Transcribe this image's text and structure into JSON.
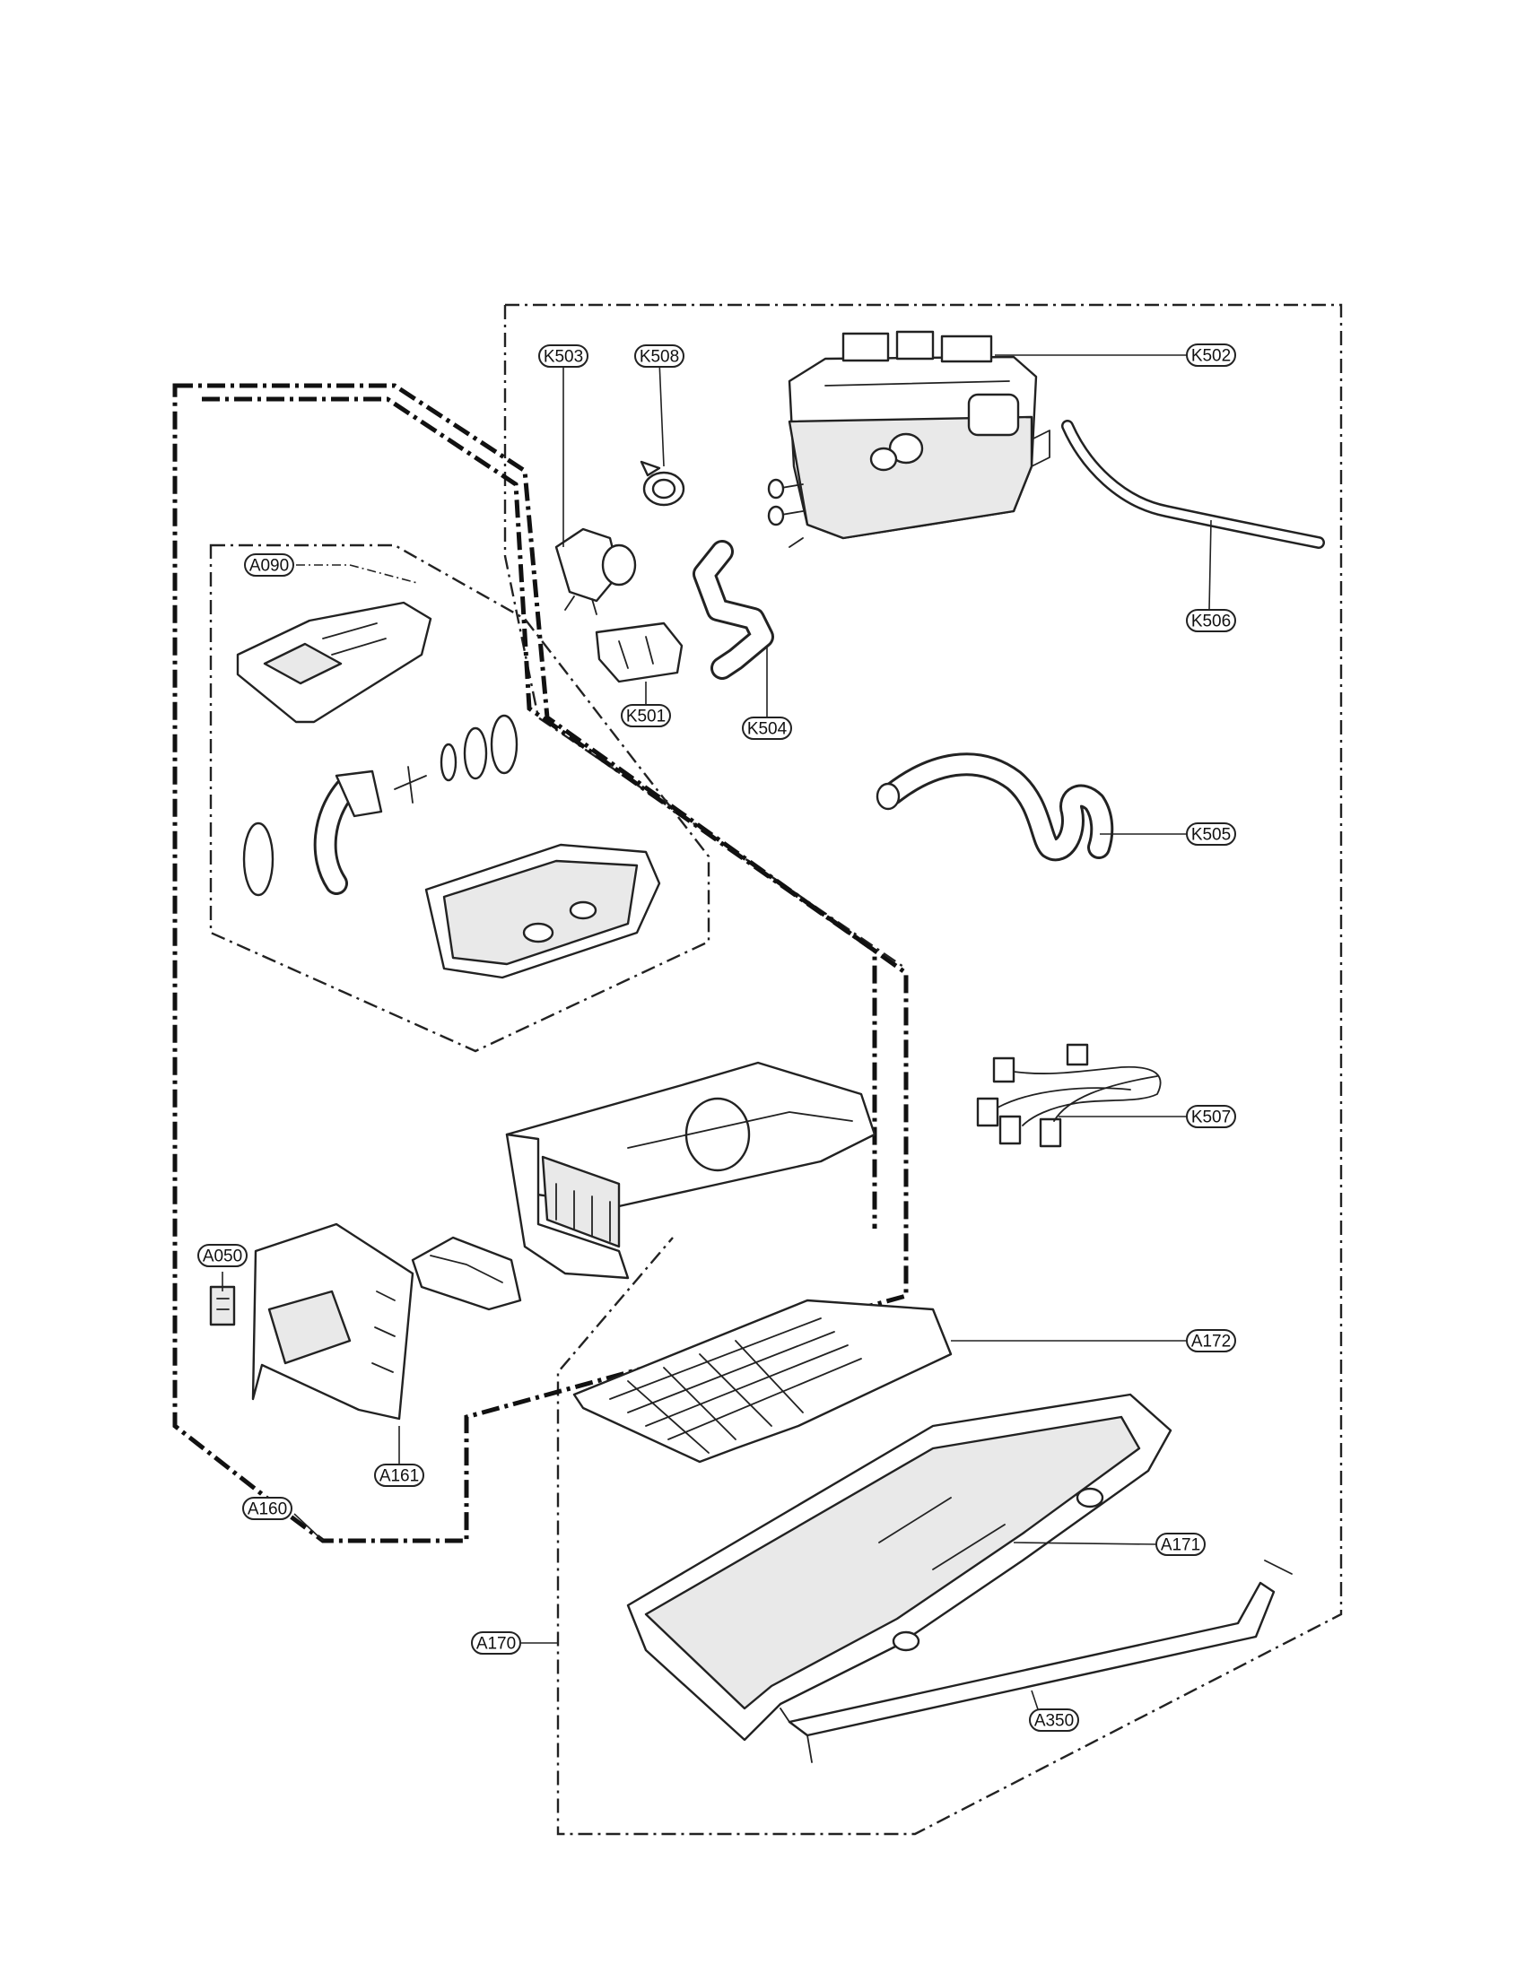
{
  "diagram": {
    "labels": [
      {
        "id": "K503",
        "text": "K503"
      },
      {
        "id": "K508",
        "text": "K508"
      },
      {
        "id": "K502",
        "text": "K502"
      },
      {
        "id": "K506",
        "text": "K506"
      },
      {
        "id": "K501",
        "text": "K501"
      },
      {
        "id": "K504",
        "text": "K504"
      },
      {
        "id": "K505",
        "text": "K505"
      },
      {
        "id": "A090",
        "text": "A090"
      },
      {
        "id": "K507",
        "text": "K507"
      },
      {
        "id": "A050",
        "text": "A050"
      },
      {
        "id": "A172",
        "text": "A172"
      },
      {
        "id": "A161",
        "text": "A161"
      },
      {
        "id": "A160",
        "text": "A160"
      },
      {
        "id": "A171",
        "text": "A171"
      },
      {
        "id": "A170",
        "text": "A170"
      },
      {
        "id": "A350",
        "text": "A350"
      }
    ]
  },
  "colors": {
    "line": "#222222",
    "background": "#ffffff"
  }
}
